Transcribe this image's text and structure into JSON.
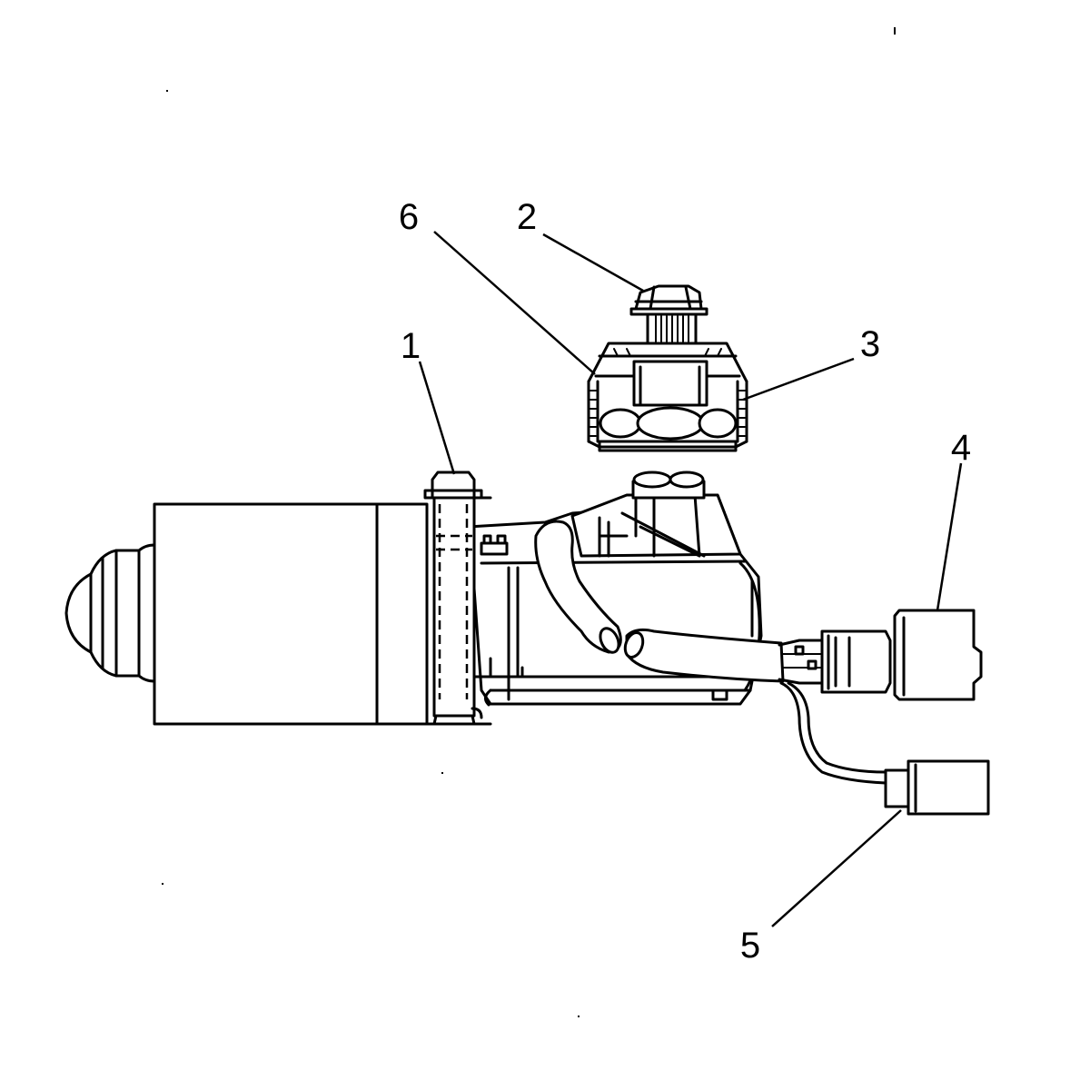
{
  "diagram": {
    "colors": {
      "line": "#000000",
      "background": "#ffffff"
    },
    "callouts": [
      {
        "id": "1",
        "label": "1"
      },
      {
        "id": "2",
        "label": "2"
      },
      {
        "id": "3",
        "label": "3"
      },
      {
        "id": "4",
        "label": "4"
      },
      {
        "id": "5",
        "label": "5"
      },
      {
        "id": "6",
        "label": "6"
      }
    ]
  }
}
